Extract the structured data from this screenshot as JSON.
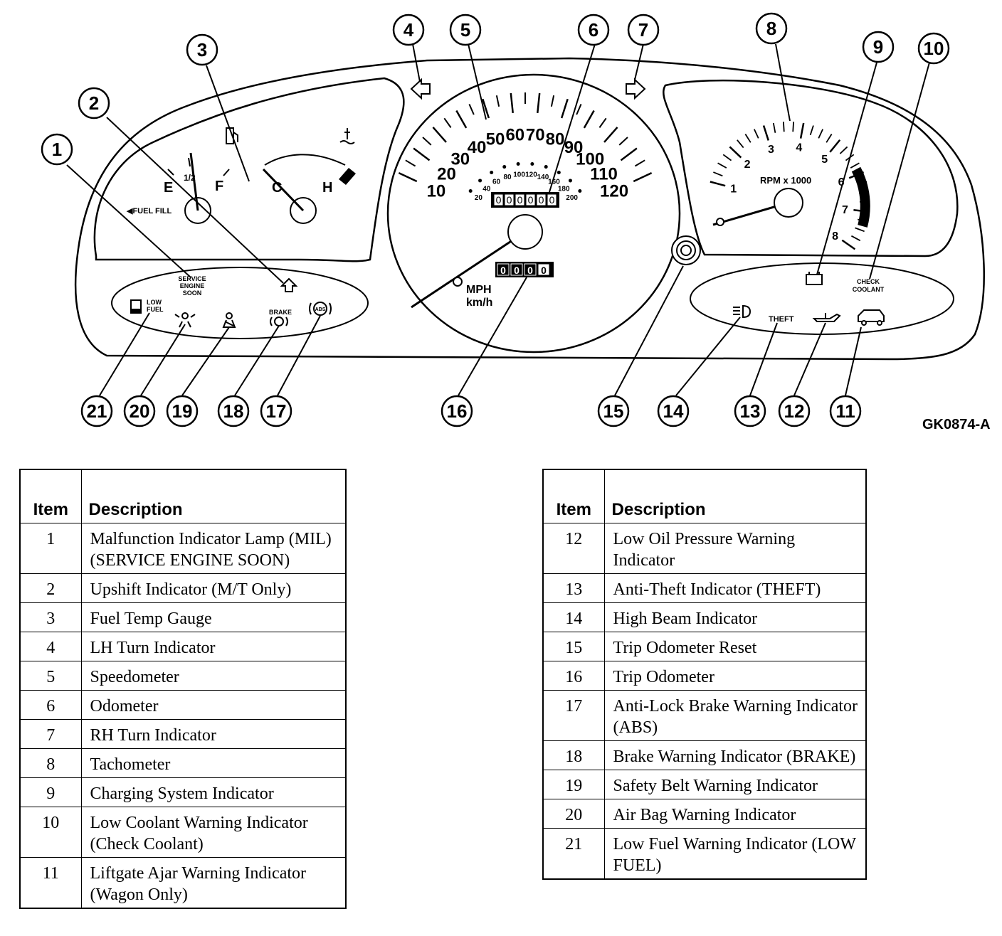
{
  "figure_code": "GK0874-A",
  "callouts": [
    "1",
    "2",
    "3",
    "4",
    "5",
    "6",
    "7",
    "8",
    "9",
    "10",
    "11",
    "12",
    "13",
    "14",
    "15",
    "16",
    "17",
    "18",
    "19",
    "20",
    "21"
  ],
  "cluster": {
    "fuel_gauge": {
      "labels": [
        "E",
        "1/2",
        "F"
      ],
      "fuel_fill": "◀FUEL FILL"
    },
    "temp_gauge": {
      "labels": [
        "C",
        "H"
      ]
    },
    "speedometer": {
      "mph_labels": [
        "10",
        "20",
        "30",
        "40",
        "50",
        "60",
        "70",
        "80",
        "90",
        "100",
        "110",
        "120"
      ],
      "kmh_labels": [
        "20",
        "40",
        "60",
        "80",
        "100",
        "120",
        "140",
        "160",
        "180",
        "200"
      ],
      "unit_mph": "MPH",
      "unit_kmh": "km/h",
      "odometer_digits": [
        "0",
        "0",
        "0",
        "0",
        "0",
        "0"
      ],
      "trip_digits": [
        "0",
        "0",
        "0",
        "0"
      ]
    },
    "tachometer": {
      "labels": [
        "1",
        "2",
        "3",
        "4",
        "5",
        "6",
        "7",
        "8"
      ],
      "unit": "RPM x 1000"
    },
    "warning_left": {
      "service_engine": "SERVICE ENGINE SOON",
      "low_fuel": "LOW FUEL",
      "brake": "BRAKE",
      "abs": "ABS"
    },
    "warning_right": {
      "check_coolant": "CHECK COOLANT",
      "theft": "THEFT"
    }
  },
  "legend_left": {
    "header_item": "Item",
    "header_desc": "Description",
    "rows": [
      {
        "item": "1",
        "desc": "Malfunction Indicator Lamp (MIL) (SERVICE ENGINE SOON)"
      },
      {
        "item": "2",
        "desc": "Upshift Indicator (M/T Only)"
      },
      {
        "item": "3",
        "desc": "Fuel Temp Gauge"
      },
      {
        "item": "4",
        "desc": "LH Turn Indicator"
      },
      {
        "item": "5",
        "desc": "Speedometer"
      },
      {
        "item": "6",
        "desc": "Odometer"
      },
      {
        "item": "7",
        "desc": "RH Turn Indicator"
      },
      {
        "item": "8",
        "desc": "Tachometer"
      },
      {
        "item": "9",
        "desc": "Charging System Indicator"
      },
      {
        "item": "10",
        "desc": "Low Coolant Warning Indicator (Check Coolant)"
      },
      {
        "item": "11",
        "desc": "Liftgate Ajar Warning Indicator (Wagon Only)"
      }
    ]
  },
  "legend_right": {
    "header_item": "Item",
    "header_desc": "Description",
    "rows": [
      {
        "item": "12",
        "desc": "Low Oil Pressure Warning Indicator"
      },
      {
        "item": "13",
        "desc": "Anti-Theft Indicator (THEFT)"
      },
      {
        "item": "14",
        "desc": "High Beam Indicator"
      },
      {
        "item": "15",
        "desc": "Trip Odometer Reset"
      },
      {
        "item": "16",
        "desc": "Trip Odometer"
      },
      {
        "item": "17",
        "desc": "Anti-Lock Brake Warning Indicator (ABS)"
      },
      {
        "item": "18",
        "desc": "Brake Warning Indicator (BRAKE)"
      },
      {
        "item": "19",
        "desc": "Safety Belt Warning Indicator"
      },
      {
        "item": "20",
        "desc": "Air Bag Warning Indicator"
      },
      {
        "item": "21",
        "desc": "Low Fuel Warning Indicator (LOW FUEL)"
      }
    ]
  }
}
